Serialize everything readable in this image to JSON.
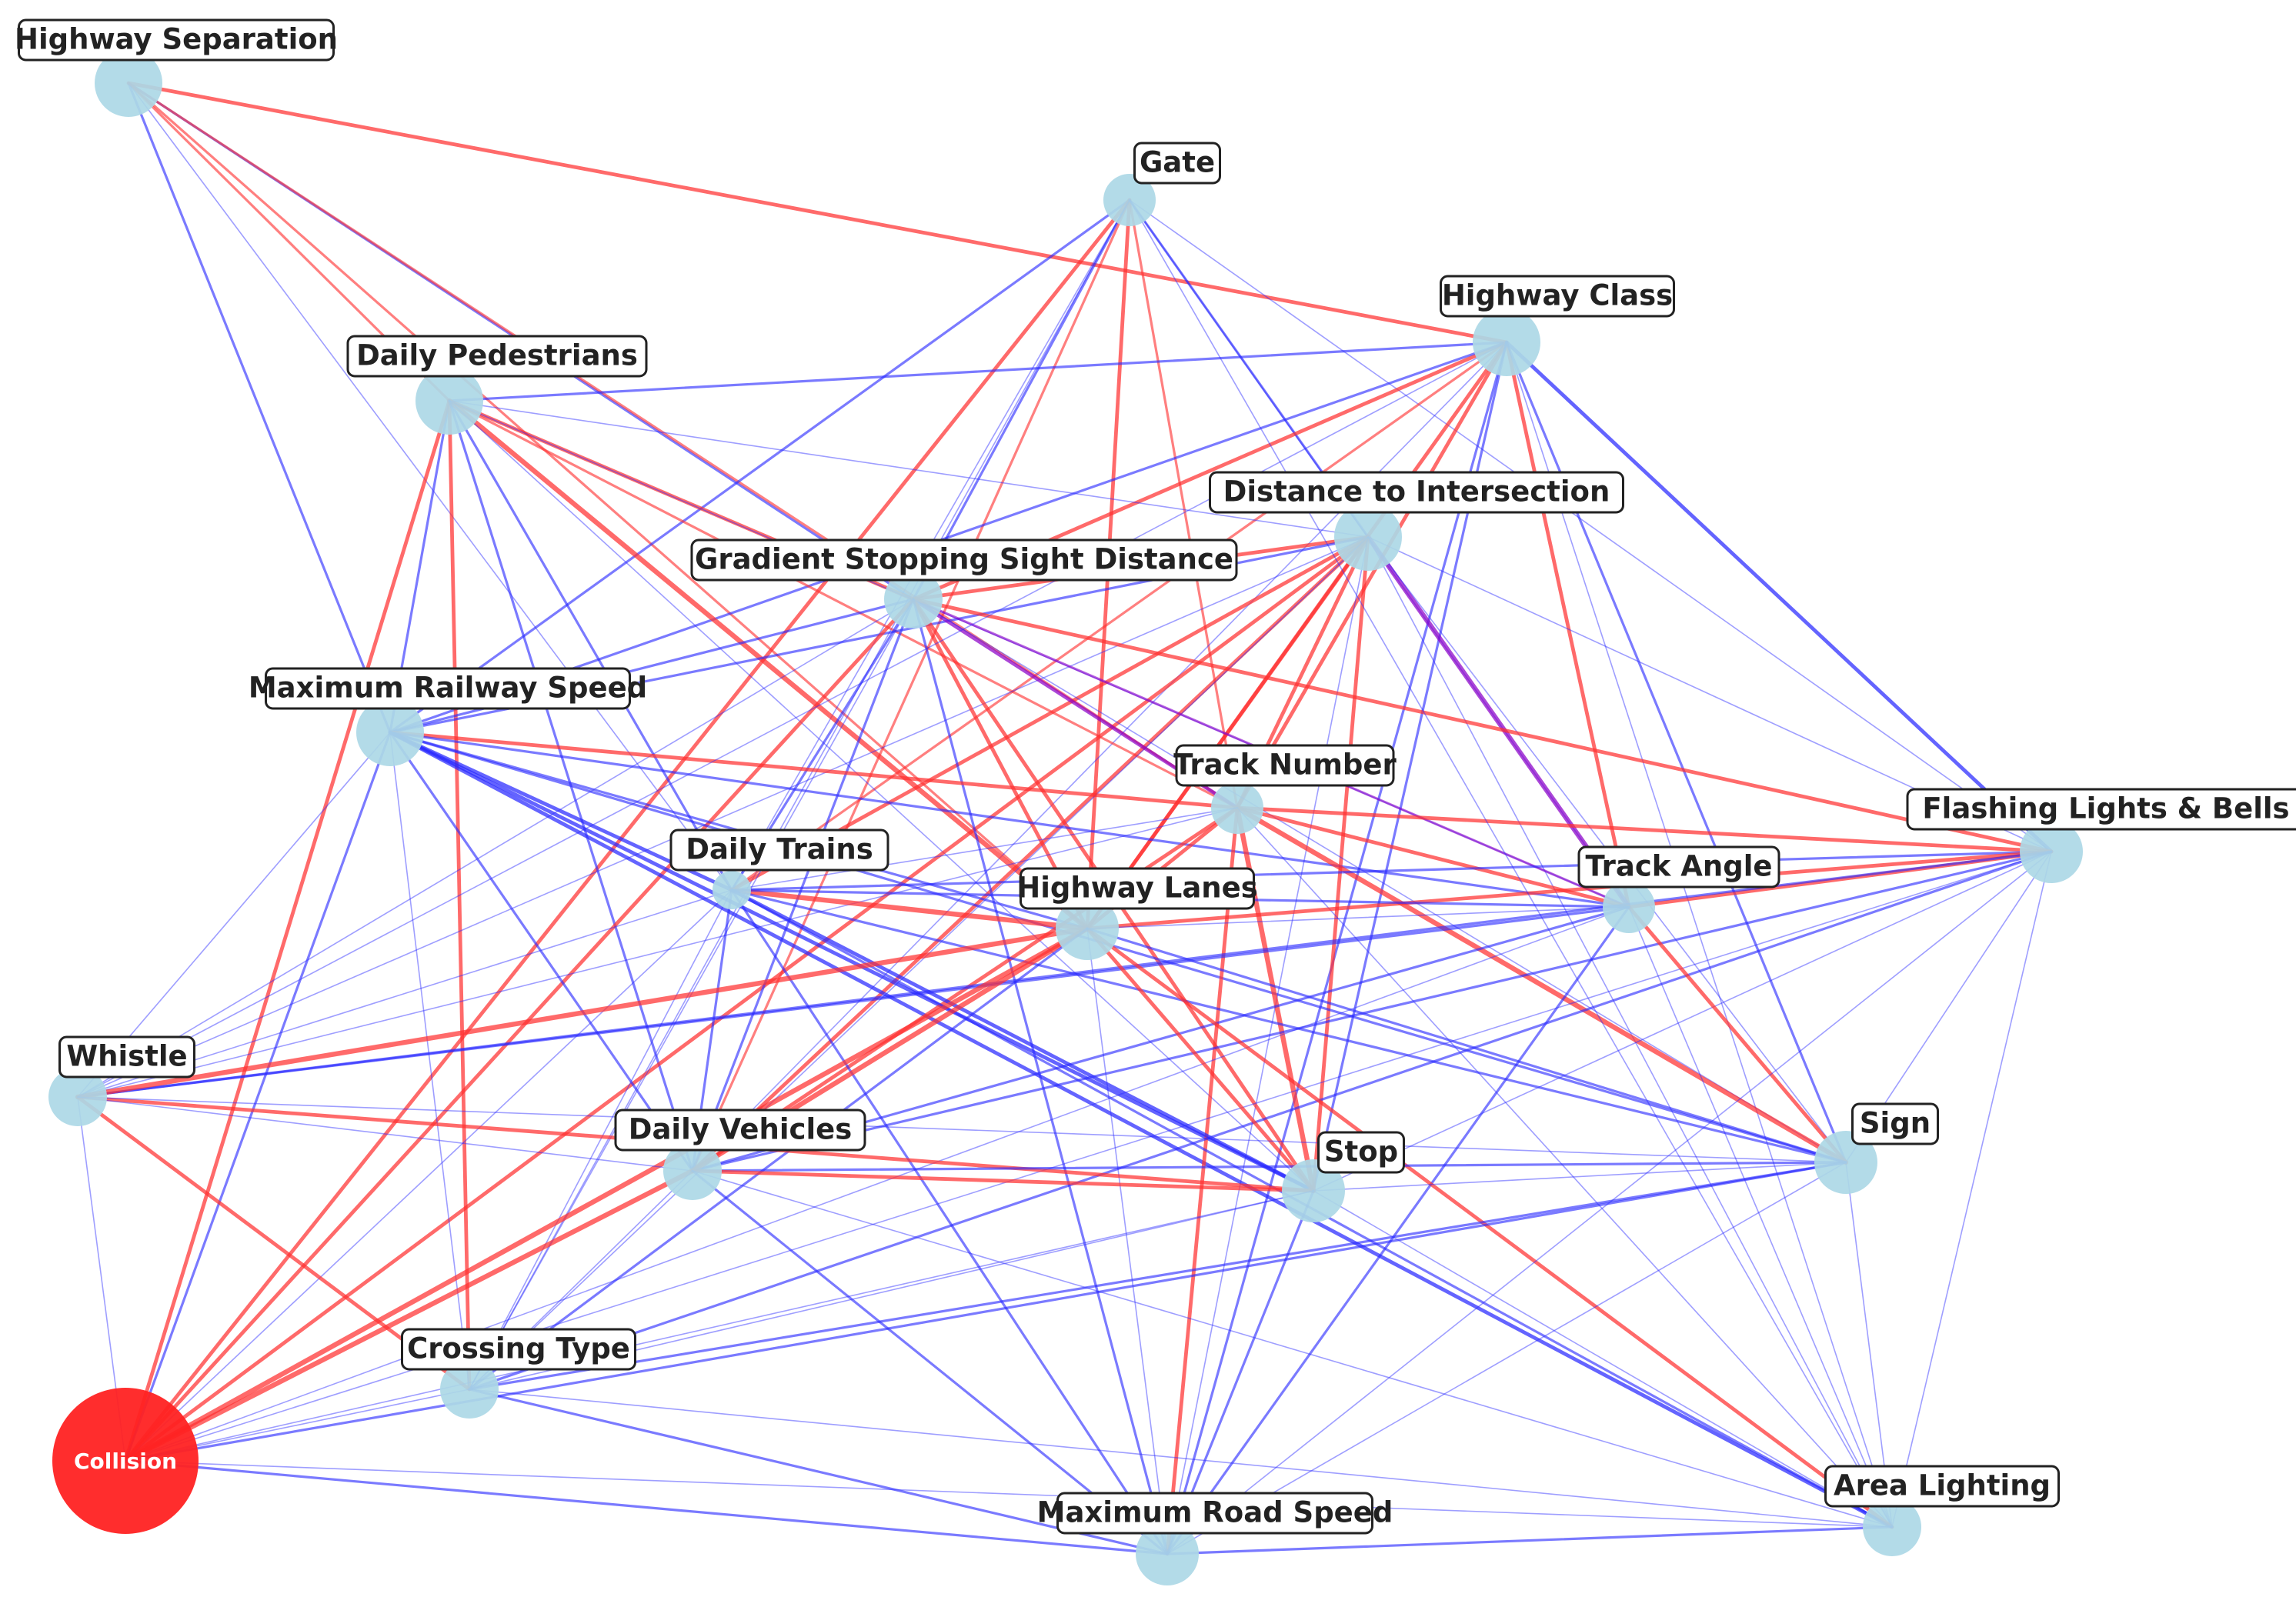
{
  "colors": {
    "node": "#add8e6",
    "center_node": "#ff2222",
    "positive_edge": "#ff3030",
    "negative_edge": "#2828ff",
    "mixed_edge": "#8a00c8"
  },
  "center_node": {
    "id": "collision",
    "label": "Collision"
  },
  "nodes": [
    {
      "id": "highway_separation",
      "label": "Highway Separation"
    },
    {
      "id": "gate",
      "label": "Gate"
    },
    {
      "id": "highway_class",
      "label": "Highway Class"
    },
    {
      "id": "daily_pedestrians",
      "label": "Daily Pedestrians"
    },
    {
      "id": "distance_to_intersection",
      "label": "Distance to Intersection"
    },
    {
      "id": "gradient_ssd",
      "label": "Gradient Stopping Sight Distance"
    },
    {
      "id": "max_railway_speed",
      "label": "Maximum Railway Speed"
    },
    {
      "id": "track_number",
      "label": "Track Number"
    },
    {
      "id": "flashing_lights",
      "label": "Flashing Lights & Bells"
    },
    {
      "id": "daily_trains",
      "label": "Daily Trains"
    },
    {
      "id": "track_angle",
      "label": "Track Angle"
    },
    {
      "id": "highway_lanes",
      "label": "Highway Lanes"
    },
    {
      "id": "whistle",
      "label": "Whistle"
    },
    {
      "id": "sign",
      "label": "Sign"
    },
    {
      "id": "daily_vehicles",
      "label": "Daily Vehicles"
    },
    {
      "id": "stop",
      "label": "Stop"
    },
    {
      "id": "crossing_type",
      "label": "Crossing Type"
    },
    {
      "id": "area_lighting",
      "label": "Area Lighting"
    },
    {
      "id": "max_road_speed",
      "label": "Maximum Road Speed"
    }
  ],
  "edges": [
    [
      "highway_separation",
      "highway_class",
      "pos",
      3
    ],
    [
      "highway_separation",
      "daily_pedestrians",
      "pos",
      2
    ],
    [
      "highway_separation",
      "gradient_ssd",
      "neg",
      2
    ],
    [
      "highway_separation",
      "max_railway_speed",
      "neg",
      2
    ],
    [
      "highway_separation",
      "highway_lanes",
      "pos",
      2
    ],
    [
      "highway_separation",
      "daily_trains",
      "neg",
      1
    ],
    [
      "highway_separation",
      "track_number",
      "pos",
      2
    ],
    [
      "gate",
      "gradient_ssd",
      "neg",
      2
    ],
    [
      "gate",
      "max_railway_speed",
      "neg",
      2
    ],
    [
      "gate",
      "collision",
      "pos",
      3
    ],
    [
      "gate",
      "highway_lanes",
      "pos",
      3
    ],
    [
      "gate",
      "track_number",
      "pos",
      2
    ],
    [
      "gate",
      "daily_vehicles",
      "pos",
      2
    ],
    [
      "gate",
      "distance_to_intersection",
      "neg",
      2
    ],
    [
      "gate",
      "track_angle",
      "neg",
      1
    ],
    [
      "gate",
      "flashing_lights",
      "neg",
      1
    ],
    [
      "gate",
      "crossing_type",
      "neg",
      1
    ],
    [
      "gate",
      "daily_trains",
      "neg",
      1
    ],
    [
      "highway_class",
      "daily_pedestrians",
      "neg",
      2
    ],
    [
      "highway_class",
      "gradient_ssd",
      "pos",
      3
    ],
    [
      "highway_class",
      "max_railway_speed",
      "neg",
      2
    ],
    [
      "highway_class",
      "daily_trains",
      "pos",
      2
    ],
    [
      "highway_class",
      "highway_lanes",
      "pos",
      3
    ],
    [
      "highway_class",
      "track_number",
      "pos",
      3
    ],
    [
      "highway_class",
      "track_angle",
      "pos",
      3
    ],
    [
      "highway_class",
      "sign",
      "neg",
      2
    ],
    [
      "highway_class",
      "flashing_lights",
      "neg",
      3
    ],
    [
      "highway_class",
      "stop",
      "neg",
      2
    ],
    [
      "highway_class",
      "max_road_speed",
      "neg",
      2
    ],
    [
      "highway_class",
      "daily_vehicles",
      "neg",
      1
    ],
    [
      "highway_class",
      "area_lighting",
      "neg",
      1
    ],
    [
      "daily_pedestrians",
      "gradient_ssd",
      "pos",
      3
    ],
    [
      "daily_pedestrians",
      "max_railway_speed",
      "neg",
      2
    ],
    [
      "daily_pedestrians",
      "collision",
      "pos",
      3
    ],
    [
      "daily_pedestrians",
      "daily_trains",
      "neg",
      2
    ],
    [
      "daily_pedestrians",
      "highway_lanes",
      "pos",
      4
    ],
    [
      "daily_pedestrians",
      "track_number",
      "pos",
      2
    ],
    [
      "daily_pedestrians",
      "crossing_type",
      "pos",
      3
    ],
    [
      "daily_pedestrians",
      "daily_vehicles",
      "neg",
      2
    ],
    [
      "daily_pedestrians",
      "distance_to_intersection",
      "neg",
      1
    ],
    [
      "daily_pedestrians",
      "stop",
      "neg",
      1
    ],
    [
      "daily_pedestrians",
      "track_angle",
      "neg",
      1
    ],
    [
      "distance_to_intersection",
      "gradient_ssd",
      "pos",
      3
    ],
    [
      "distance_to_intersection",
      "max_railway_speed",
      "neg",
      2
    ],
    [
      "distance_to_intersection",
      "daily_trains",
      "pos",
      3
    ],
    [
      "distance_to_intersection",
      "highway_lanes",
      "pos",
      3
    ],
    [
      "distance_to_intersection",
      "track_number",
      "pos",
      3
    ],
    [
      "distance_to_intersection",
      "track_angle",
      "mix",
      4
    ],
    [
      "distance_to_intersection",
      "collision",
      "pos",
      3
    ],
    [
      "distance_to_intersection",
      "daily_vehicles",
      "pos",
      3
    ],
    [
      "distance_to_intersection",
      "stop",
      "pos",
      3
    ],
    [
      "distance_to_intersection",
      "sign",
      "neg",
      1
    ],
    [
      "distance_to_intersection",
      "whistle",
      "neg",
      1
    ],
    [
      "distance_to_intersection",
      "flashing_lights",
      "neg",
      1
    ],
    [
      "distance_to_intersection",
      "max_road_speed",
      "neg",
      1
    ],
    [
      "distance_to_intersection",
      "area_lighting",
      "neg",
      1
    ],
    [
      "distance_to_intersection",
      "crossing_type",
      "neg",
      1
    ],
    [
      "gradient_ssd",
      "max_railway_speed",
      "neg",
      2
    ],
    [
      "gradient_ssd",
      "track_number",
      "mix",
      3
    ],
    [
      "gradient_ssd",
      "track_angle",
      "mix",
      2
    ],
    [
      "gradient_ssd",
      "flashing_lights",
      "pos",
      3
    ],
    [
      "gradient_ssd",
      "daily_trains",
      "neg",
      2
    ],
    [
      "gradient_ssd",
      "highway_lanes",
      "pos",
      3
    ],
    [
      "gradient_ssd",
      "daily_vehicles",
      "neg",
      2
    ],
    [
      "gradient_ssd",
      "stop",
      "pos",
      3
    ],
    [
      "gradient_ssd",
      "collision",
      "pos",
      3
    ],
    [
      "gradient_ssd",
      "max_road_speed",
      "neg",
      2
    ],
    [
      "gradient_ssd",
      "crossing_type",
      "neg",
      1
    ],
    [
      "gradient_ssd",
      "sign",
      "neg",
      1
    ],
    [
      "gradient_ssd",
      "whistle",
      "neg",
      1
    ],
    [
      "max_railway_speed",
      "track_number",
      "pos",
      3
    ],
    [
      "max_railway_speed",
      "daily_trains",
      "neg",
      3
    ],
    [
      "max_railway_speed",
      "highway_lanes",
      "neg",
      2
    ],
    [
      "max_railway_speed",
      "track_angle",
      "neg",
      2
    ],
    [
      "max_railway_speed",
      "collision",
      "neg",
      2
    ],
    [
      "max_railway_speed",
      "stop",
      "neg",
      3
    ],
    [
      "max_railway_speed",
      "area_lighting",
      "neg",
      3
    ],
    [
      "max_railway_speed",
      "sign",
      "neg",
      2
    ],
    [
      "max_railway_speed",
      "daily_vehicles",
      "neg",
      2
    ],
    [
      "max_railway_speed",
      "crossing_type",
      "neg",
      1
    ],
    [
      "max_railway_speed",
      "whistle",
      "neg",
      1
    ],
    [
      "track_number",
      "flashing_lights",
      "pos",
      3
    ],
    [
      "track_number",
      "track_angle",
      "pos",
      3
    ],
    [
      "track_number",
      "highway_lanes",
      "pos",
      3
    ],
    [
      "track_number",
      "daily_vehicles",
      "pos",
      3
    ],
    [
      "track_number",
      "stop",
      "pos",
      4
    ],
    [
      "track_number",
      "sign",
      "pos",
      4
    ],
    [
      "track_number",
      "max_road_speed",
      "pos",
      3
    ],
    [
      "track_number",
      "area_lighting",
      "neg",
      1
    ],
    [
      "track_number",
      "whistle",
      "neg",
      1
    ],
    [
      "track_number",
      "daily_trains",
      "neg",
      1
    ],
    [
      "flashing_lights",
      "daily_trains",
      "neg",
      2
    ],
    [
      "flashing_lights",
      "track_angle",
      "pos",
      3
    ],
    [
      "flashing_lights",
      "highway_lanes",
      "pos",
      3
    ],
    [
      "flashing_lights",
      "whistle",
      "neg",
      2
    ],
    [
      "flashing_lights",
      "daily_vehicles",
      "neg",
      2
    ],
    [
      "flashing_lights",
      "stop",
      "neg",
      1
    ],
    [
      "flashing_lights",
      "sign",
      "neg",
      1
    ],
    [
      "flashing_lights",
      "crossing_type",
      "neg",
      2
    ],
    [
      "flashing_lights",
      "collision",
      "neg",
      1
    ],
    [
      "daily_trains",
      "highway_lanes",
      "pos",
      4
    ],
    [
      "daily_trains",
      "track_angle",
      "neg",
      2
    ],
    [
      "daily_trains",
      "sign",
      "neg",
      2
    ],
    [
      "daily_trains",
      "stop",
      "neg",
      3
    ],
    [
      "daily_trains",
      "daily_vehicles",
      "neg",
      2
    ],
    [
      "daily_trains",
      "area_lighting",
      "neg",
      2
    ],
    [
      "daily_trains",
      "max_road_speed",
      "neg",
      2
    ],
    [
      "daily_trains",
      "whistle",
      "neg",
      1
    ],
    [
      "daily_trains",
      "crossing_type",
      "neg",
      1
    ],
    [
      "daily_trains",
      "collision",
      "neg",
      1
    ],
    [
      "track_angle",
      "sign",
      "pos",
      3
    ],
    [
      "track_angle",
      "max_road_speed",
      "neg",
      2
    ],
    [
      "track_angle",
      "whistle",
      "neg",
      2
    ],
    [
      "track_angle",
      "daily_vehicles",
      "neg",
      2
    ],
    [
      "track_angle",
      "area_lighting",
      "neg",
      1
    ],
    [
      "track_angle",
      "highway_lanes",
      "neg",
      1
    ],
    [
      "track_angle",
      "collision",
      "neg",
      1
    ],
    [
      "highway_lanes",
      "whistle",
      "pos",
      4
    ],
    [
      "highway_lanes",
      "collision",
      "pos",
      4
    ],
    [
      "highway_lanes",
      "daily_vehicles",
      "pos",
      4
    ],
    [
      "highway_lanes",
      "stop",
      "pos",
      3
    ],
    [
      "highway_lanes",
      "area_lighting",
      "pos",
      3
    ],
    [
      "highway_lanes",
      "sign",
      "neg",
      2
    ],
    [
      "highway_lanes",
      "crossing_type",
      "neg",
      2
    ],
    [
      "highway_lanes",
      "max_road_speed",
      "neg",
      1
    ],
    [
      "whistle",
      "collision",
      "neg",
      1
    ],
    [
      "whistle",
      "crossing_type",
      "pos",
      3
    ],
    [
      "whistle",
      "stop",
      "pos",
      3
    ],
    [
      "whistle",
      "daily_vehicles",
      "neg",
      1
    ],
    [
      "whistle",
      "sign",
      "neg",
      1
    ],
    [
      "sign",
      "collision",
      "neg",
      2
    ],
    [
      "sign",
      "crossing_type",
      "neg",
      2
    ],
    [
      "sign",
      "daily_vehicles",
      "neg",
      2
    ],
    [
      "sign",
      "stop",
      "neg",
      1
    ],
    [
      "sign",
      "area_lighting",
      "neg",
      1
    ],
    [
      "sign",
      "max_road_speed",
      "neg",
      1
    ],
    [
      "daily_vehicles",
      "collision",
      "pos",
      4
    ],
    [
      "daily_vehicles",
      "stop",
      "pos",
      3
    ],
    [
      "daily_vehicles",
      "max_road_speed",
      "neg",
      2
    ],
    [
      "daily_vehicles",
      "crossing_type",
      "neg",
      1
    ],
    [
      "daily_vehicles",
      "area_lighting",
      "neg",
      1
    ],
    [
      "stop",
      "collision",
      "neg",
      1
    ],
    [
      "stop",
      "max_road_speed",
      "neg",
      2
    ],
    [
      "stop",
      "crossing_type",
      "neg",
      1
    ],
    [
      "stop",
      "area_lighting",
      "neg",
      1
    ],
    [
      "crossing_type",
      "collision",
      "neg",
      1
    ],
    [
      "crossing_type",
      "max_road_speed",
      "neg",
      2
    ],
    [
      "crossing_type",
      "area_lighting",
      "neg",
      1
    ],
    [
      "area_lighting",
      "max_road_speed",
      "neg",
      2
    ],
    [
      "area_lighting",
      "collision",
      "neg",
      1
    ],
    [
      "max_road_speed",
      "collision",
      "neg",
      2
    ],
    [
      "gate",
      "area_lighting",
      "neg",
      1
    ],
    [
      "highway_class",
      "whistle",
      "neg",
      1
    ],
    [
      "flashing_lights",
      "max_road_speed",
      "neg",
      1
    ],
    [
      "flashing_lights",
      "area_lighting",
      "neg",
      1
    ]
  ]
}
